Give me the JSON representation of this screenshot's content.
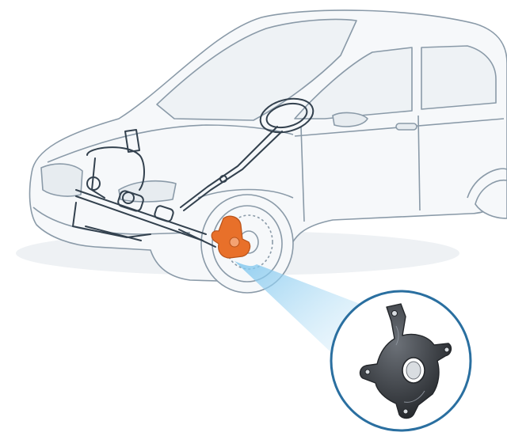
{
  "figure": {
    "subject": "steering-knuckle",
    "colors": {
      "background": "#ffffff",
      "outline": "#8a9aa8",
      "car_fill": "#f6f8fa",
      "glass_fill": "#eef2f5",
      "steering_line": "#33414e",
      "highlight": "#e8702a",
      "highlight_dark": "#b9531a",
      "beam": "#a9d8f2",
      "inset_ring": "#2a6fa0",
      "part_fill": "#3c3f44",
      "part_dark": "#23262a",
      "part_light": "#6c7178"
    },
    "icons": [
      "car-outline",
      "steering-column",
      "steering-rack",
      "brake-rotor",
      "steering-knuckle-icon"
    ]
  }
}
